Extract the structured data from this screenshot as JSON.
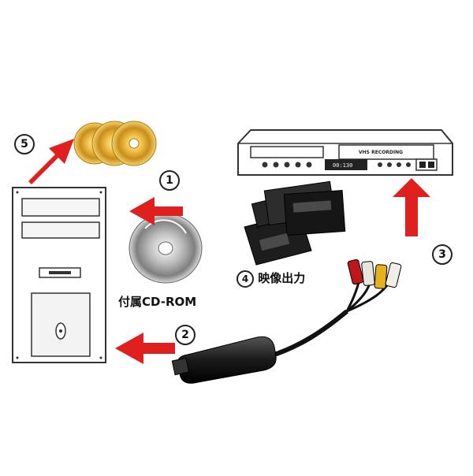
{
  "steps": [
    {
      "number": "1"
    },
    {
      "number": "2"
    },
    {
      "number": "3"
    },
    {
      "number": "4",
      "label": "映像出力"
    },
    {
      "number": "5"
    }
  ],
  "cdrom_label": "付属CD-ROM",
  "vcr": {
    "brand_text": "VHS RECORDING",
    "display_text": "00:130"
  },
  "colors": {
    "arrow": "#e01f1f",
    "disc_gold": "#d9a62a",
    "device_outline": "#333333"
  }
}
